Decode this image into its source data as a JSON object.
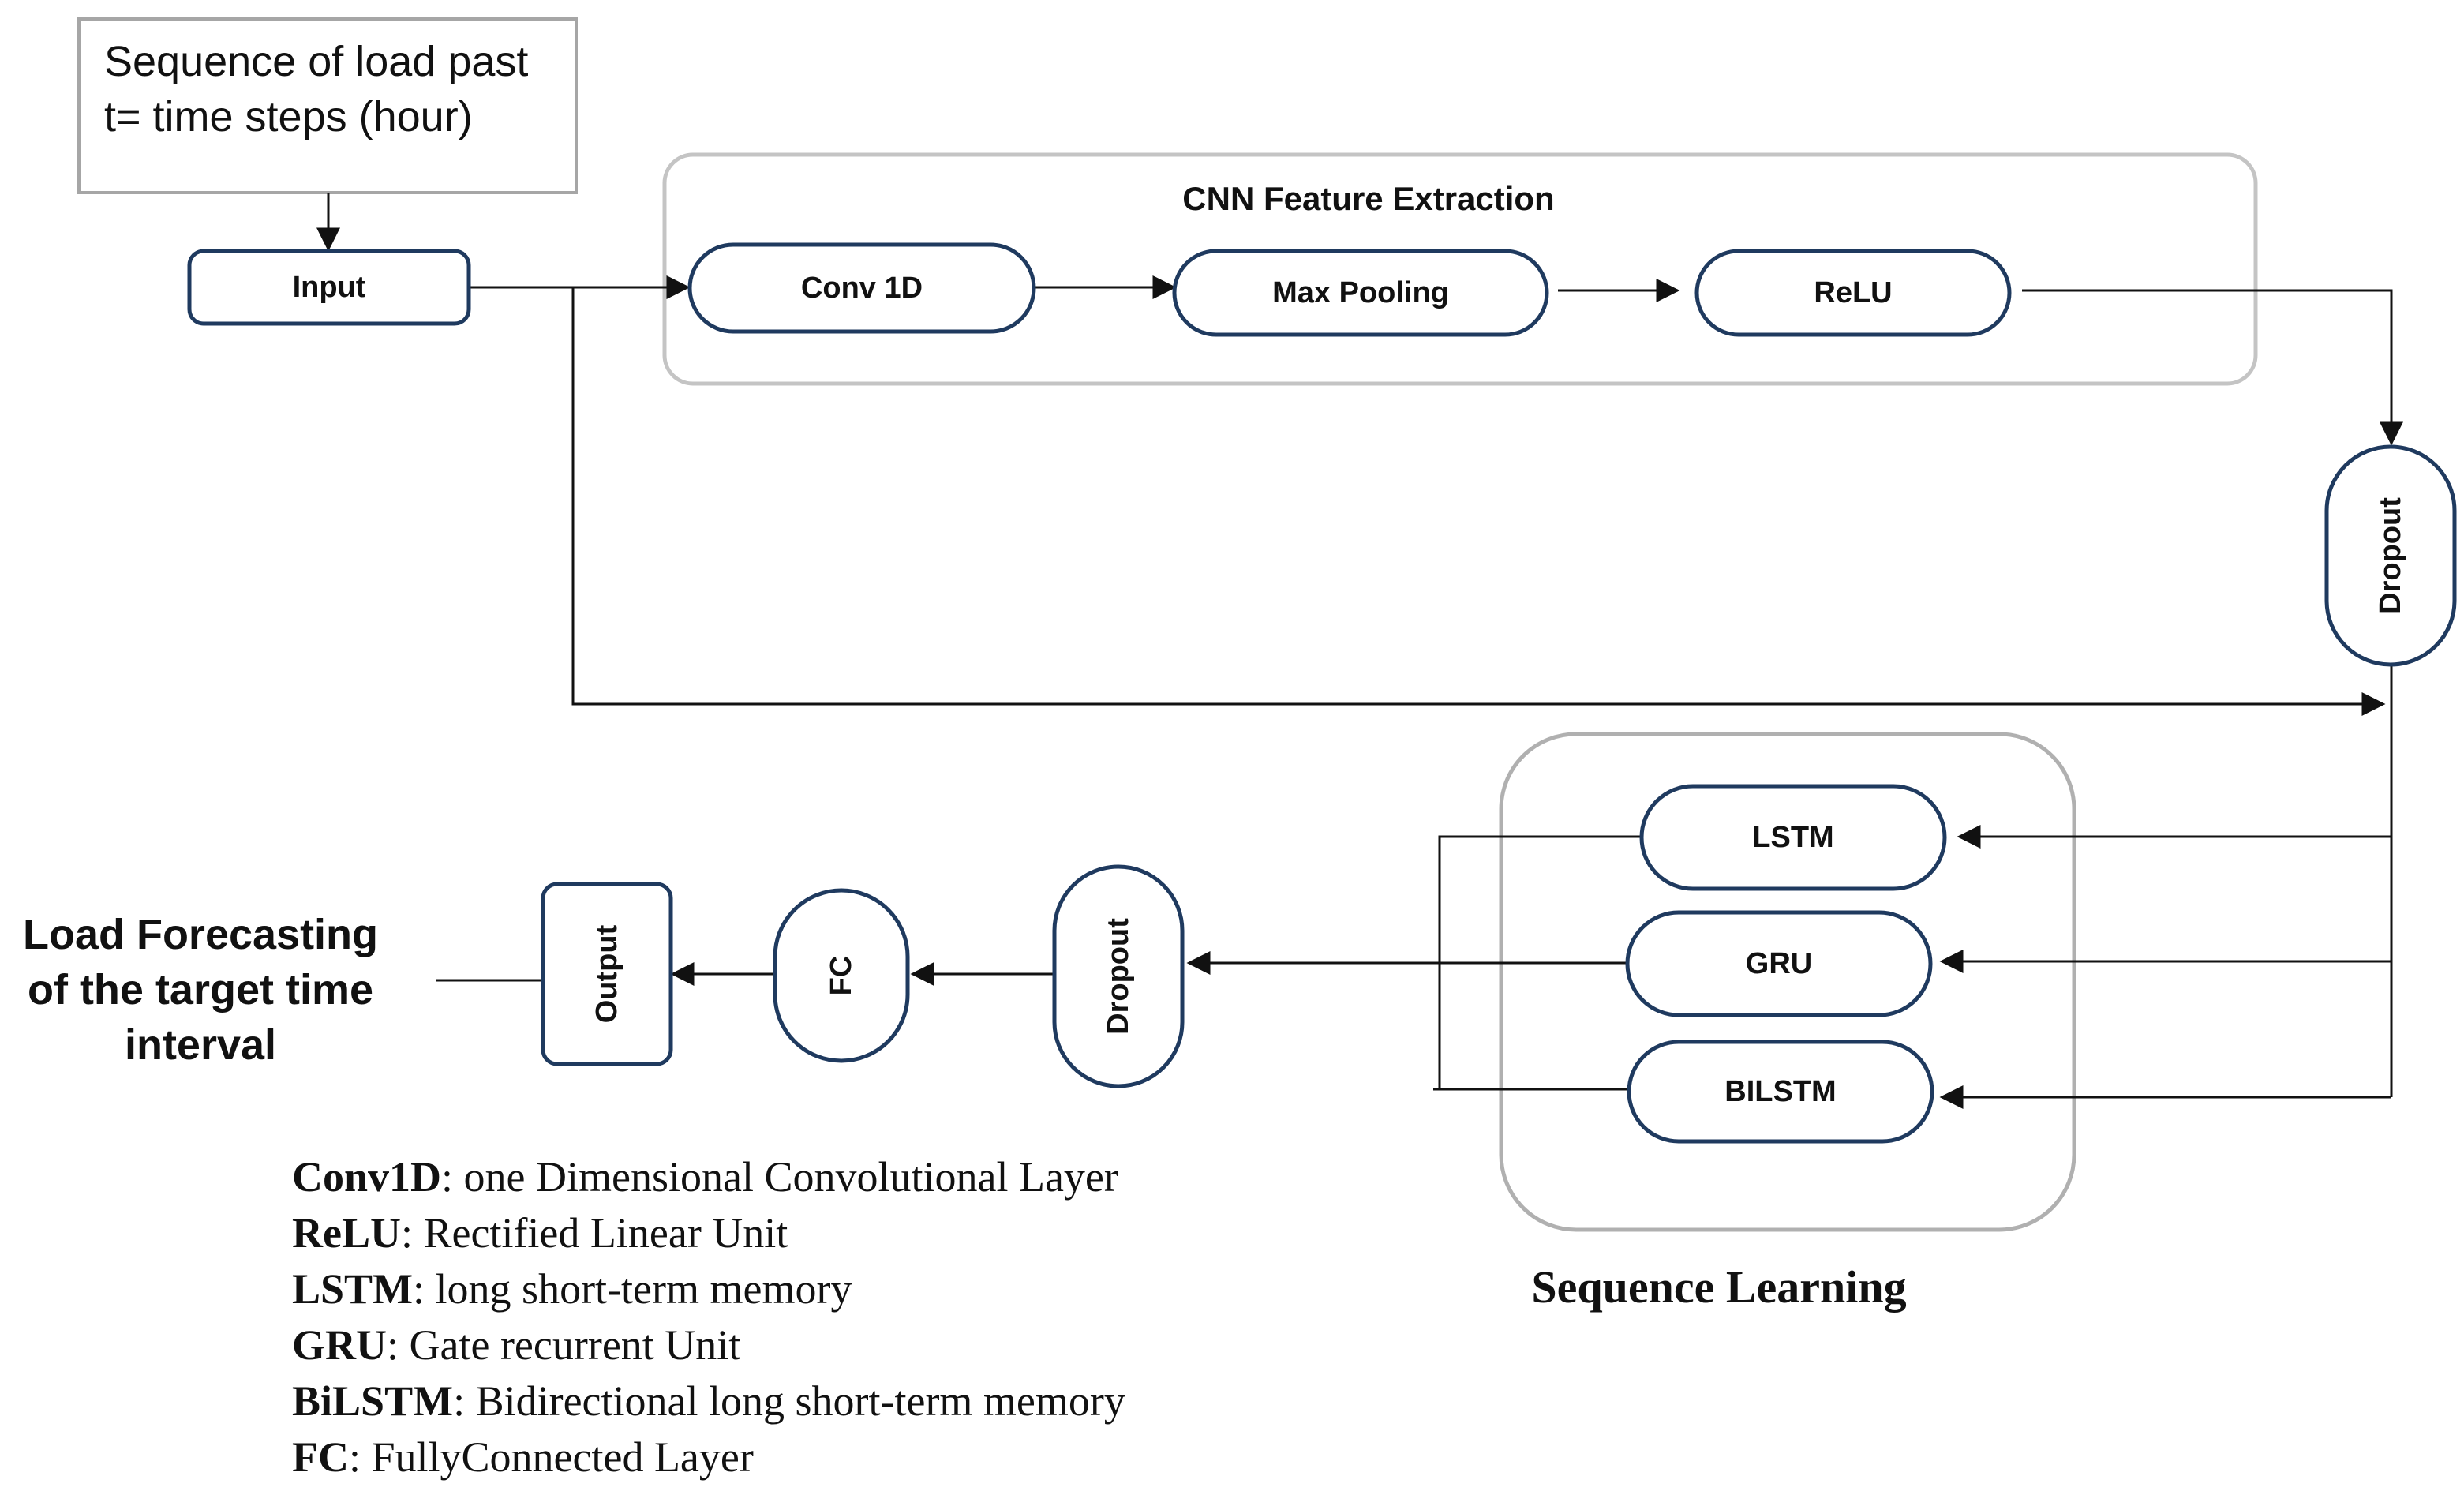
{
  "input_box": {
    "line1": "Sequence of load past",
    "line2": "t= time steps (hour)"
  },
  "cnn_group": {
    "title": "CNN Feature Extraction"
  },
  "nodes": {
    "input": "Input",
    "conv1d": "Conv 1D",
    "max_pooling": "Max Pooling",
    "relu": "ReLU",
    "dropout_right": "Dropout",
    "lstm": "LSTM",
    "gru": "GRU",
    "bilstm": "BILSTM",
    "dropout_left": "Dropout",
    "fc": "FC",
    "output": "Output"
  },
  "sequence_group": {
    "title": "Sequence Learning"
  },
  "result": {
    "line1": "Load Forecasting",
    "line2": "of the target time",
    "line3": "interval"
  },
  "legend": [
    {
      "term": "Conv1D",
      "definition": ": one Dimensional Convolutional Layer"
    },
    {
      "term": "ReLU",
      "definition": ": Rectified Linear Unit"
    },
    {
      "term": "LSTM",
      "definition": ": long short-term memory"
    },
    {
      "term": "GRU",
      "definition": ": Gate recurrent Unit"
    },
    {
      "term": "BiLSTM",
      "definition": ": Bidirectional long short-term memory"
    },
    {
      "term": "FC",
      "definition": ": FullyConnected Layer"
    }
  ],
  "colors": {
    "node_border": "#1f3a5f",
    "group_border": "#c4c4c4",
    "input_box_border": "#a6a6a6",
    "line": "#111111"
  }
}
